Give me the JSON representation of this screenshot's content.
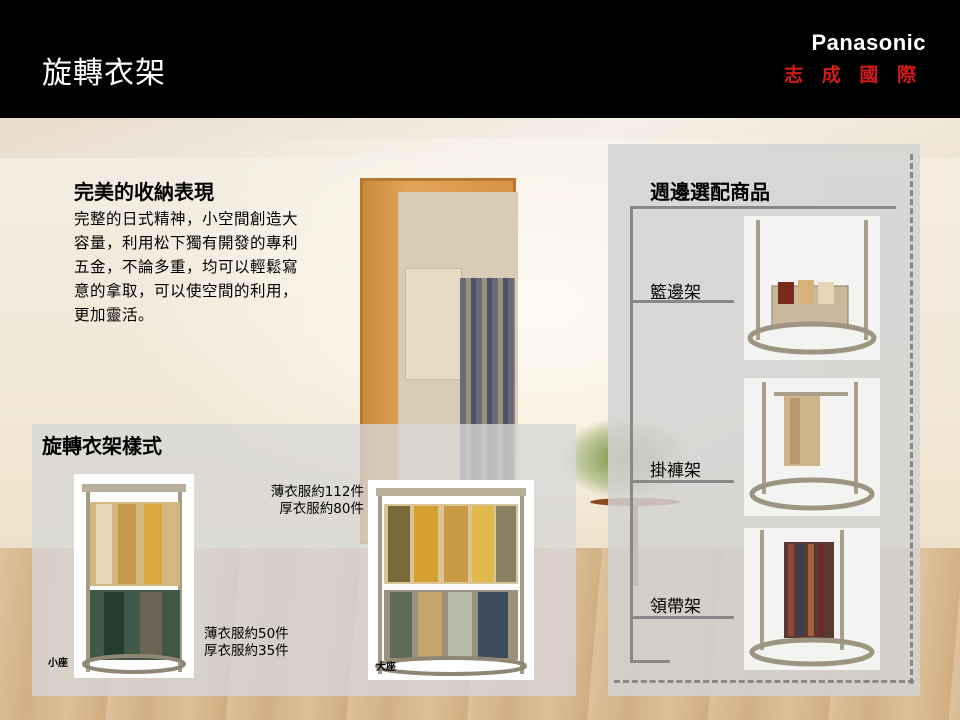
{
  "header": {
    "title": "旋轉衣架",
    "brand": "Panasonic",
    "brand_sub": "志 成 國 際"
  },
  "intro": {
    "heading": "完美的收納表現",
    "body_lines": [
      "完整的日式精神，小空間創造大",
      "容量，利用松下獨有開發的專利",
      "五金，不論多重，均可以輕鬆寫",
      "意的拿取，可以使空間的利用，",
      "更加靈活。"
    ]
  },
  "styles_panel": {
    "title": "旋轉衣架樣式",
    "small": {
      "label": "小座",
      "capacity_thin": "薄衣服約50件",
      "capacity_thick": "厚衣服約35件"
    },
    "large": {
      "label": "大座",
      "capacity_thin": "薄衣服約112件",
      "capacity_thick": "厚衣服約80件"
    }
  },
  "accessories_panel": {
    "title": "週邊選配商品",
    "items": [
      {
        "label": "籃邊架"
      },
      {
        "label": "掛褲架"
      },
      {
        "label": "領帶架"
      }
    ]
  },
  "colors": {
    "header_bg": "#000000",
    "brand_red": "#d21a1a"
  }
}
